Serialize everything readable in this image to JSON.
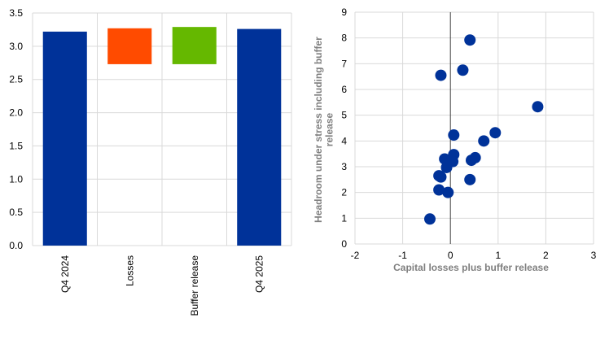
{
  "chart_data": [
    {
      "type": "bar",
      "subtype": "waterfall",
      "title": "",
      "xlabel": "",
      "ylabel": "",
      "ylim": [
        0,
        3.5
      ],
      "yticks": [
        "0.0",
        "0.5",
        "1.0",
        "1.5",
        "2.0",
        "2.5",
        "3.0",
        "3.5"
      ],
      "grid": true,
      "categories": [
        "Q4 2024",
        "Losses",
        "Buffer release",
        "Q4 2025"
      ],
      "bars": [
        {
          "category": "Q4 2024",
          "start": 0,
          "end": 3.22,
          "color": "#003299"
        },
        {
          "category": "Losses",
          "start": 2.73,
          "end": 3.27,
          "color": "#ff4b00"
        },
        {
          "category": "Buffer release",
          "start": 2.73,
          "end": 3.29,
          "color": "#65b800"
        },
        {
          "category": "Q4 2025",
          "start": 0,
          "end": 3.26,
          "color": "#003299"
        }
      ]
    },
    {
      "type": "scatter",
      "title": "",
      "xlabel": "Capital losses plus buffer release",
      "ylabel": "Headroom under stress including buffer release",
      "xlim": [
        -2,
        3
      ],
      "ylim": [
        0,
        9
      ],
      "xticks": [
        "-2",
        "-1",
        "0",
        "1",
        "2",
        "3"
      ],
      "yticks": [
        "0",
        "1",
        "2",
        "3",
        "4",
        "5",
        "6",
        "7",
        "8",
        "9"
      ],
      "grid": true,
      "color": "#003299",
      "points": [
        {
          "x": 0.41,
          "y": 7.92
        },
        {
          "x": -0.2,
          "y": 6.55
        },
        {
          "x": 0.26,
          "y": 6.75
        },
        {
          "x": 1.83,
          "y": 5.33
        },
        {
          "x": 0.07,
          "y": 4.23
        },
        {
          "x": 0.94,
          "y": 4.32
        },
        {
          "x": 0.7,
          "y": 4.0
        },
        {
          "x": 0.07,
          "y": 3.47
        },
        {
          "x": -0.12,
          "y": 3.3
        },
        {
          "x": 0.03,
          "y": 3.25
        },
        {
          "x": 0.05,
          "y": 3.2
        },
        {
          "x": 0.44,
          "y": 3.25
        },
        {
          "x": 0.52,
          "y": 3.35
        },
        {
          "x": -0.08,
          "y": 2.97
        },
        {
          "x": -0.24,
          "y": 2.65
        },
        {
          "x": -0.2,
          "y": 2.6
        },
        {
          "x": 0.41,
          "y": 2.5
        },
        {
          "x": -0.24,
          "y": 2.1
        },
        {
          "x": -0.05,
          "y": 2.0
        },
        {
          "x": -0.43,
          "y": 0.97
        }
      ]
    }
  ]
}
